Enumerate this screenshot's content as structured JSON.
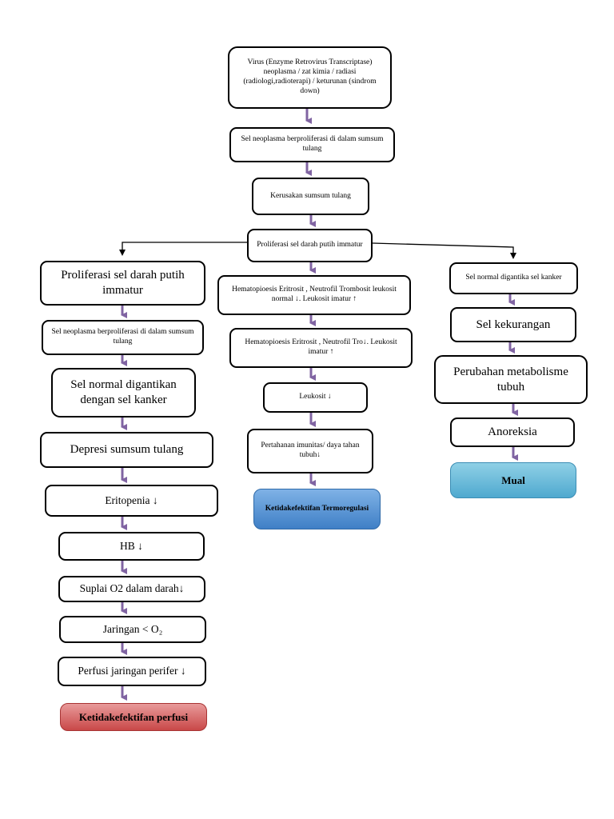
{
  "top": {
    "cause": "Virus (Enzyme Retrovirus Transcriptase) neoplasma / zat kimia / radiasi (radiologi,radioterapi) / keturunan (sindrom down)",
    "step1": "Sel neoplasma berproliferasi di dalam sumsum tulang",
    "step2": "Kerusakan sumsum tulang",
    "step3": "Proliferasi sel darah putih immatur"
  },
  "left": {
    "items": [
      "Proliferasi sel darah putih immatur",
      "Sel neoplasma berproliferasi di dalam sumsum tulang",
      "Sel normal digantikan dengan sel kanker",
      "Depresi sumsum tulang",
      "Eritopenia ↓",
      "HB ↓",
      "Suplai O2 dalam darah↓",
      "Jaringan < O₂",
      "Perfusi jaringan perifer ↓"
    ],
    "result": "Ketidakefektifan perfusi"
  },
  "middle": {
    "items": [
      "Hematopioesis Eritrosit , Neutrofil Trombosit leukosit normal ↓. Leukosit imatur ↑",
      "Hematopioesis Eritrosit , Neutrofil Tro↓. Leukosit imatur ↑",
      "Leukosit ↓",
      "Pertahanan imunitas/ daya tahan tubuh↓"
    ],
    "result": "Ketidakefektifan Termoregulasi"
  },
  "right": {
    "items": [
      "Sel normal digantika sel kanker",
      "Sel kekurangan",
      "Perubahan metabolisme tubuh",
      "Anoreksia"
    ],
    "result": "Mual"
  },
  "colors": {
    "arrow": "#8064a2",
    "line": "#000000",
    "blue": "#4fa9cf",
    "red": "#c94848"
  }
}
